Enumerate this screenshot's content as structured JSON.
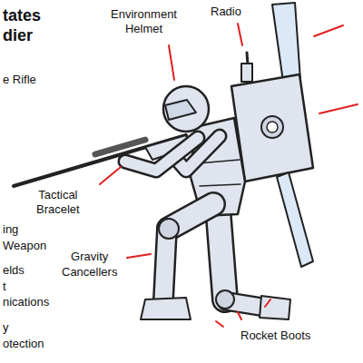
{
  "diagram": {
    "title": "tates dier",
    "labels": [
      "Environment Helmet",
      "Radio",
      "e Rifle",
      "Tactical Bracelet",
      "ing Weapon",
      "elds",
      "t",
      "nications",
      "y otection",
      "Gravity Cancellers",
      "Rocket Boots"
    ]
  }
}
